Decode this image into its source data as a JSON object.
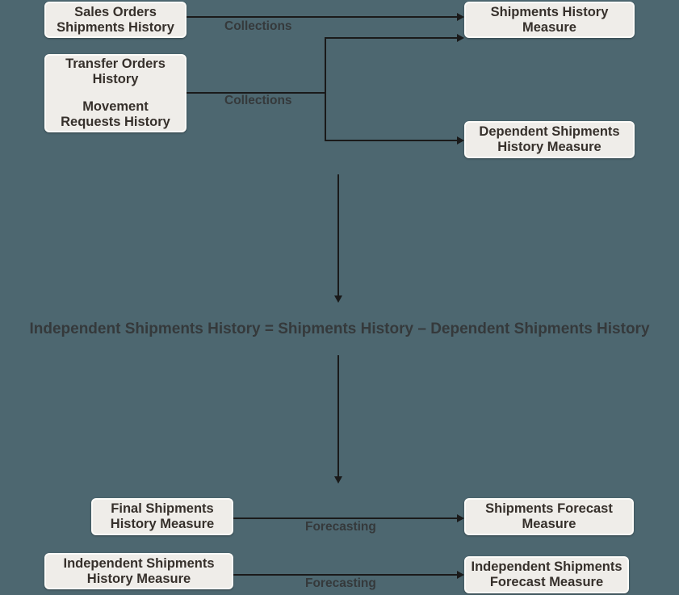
{
  "colors": {
    "bg": "#4d6770",
    "box-fill": "#efede9",
    "box-border": "#fcfbf8",
    "box-text": "#36302b",
    "line": "#1a1a1a",
    "label-text": "#35393b"
  },
  "nodes": {
    "sales_orders": {
      "line1": "Sales Orders",
      "line2": "Shipments History"
    },
    "transfer_movement": {
      "line1": "Transfer Orders",
      "line2": "History",
      "line3": "Movement",
      "line4": "Requests History"
    },
    "shipments_history_measure": {
      "line1": "Shipments History",
      "line2": "Measure"
    },
    "dependent_shipments_history_measure": {
      "line1": "Dependent Shipments",
      "line2": "History Measure"
    },
    "final_shipments_history_measure": {
      "line1": "Final Shipments",
      "line2": "History Measure"
    },
    "independent_shipments_history_measure": {
      "line1": "Independent Shipments",
      "line2": "History Measure"
    },
    "shipments_forecast_measure": {
      "line1": "Shipments Forecast",
      "line2": "Measure"
    },
    "independent_shipments_forecast_measure": {
      "line1": "Independent Shipments",
      "line2": "Forecast Measure"
    }
  },
  "edge_labels": {
    "collections_top": "Collections",
    "collections_bottom": "Collections",
    "forecasting_top": "Forecasting",
    "forecasting_bottom": "Forecasting"
  },
  "formula": "Independent Shipments History = Shipments History – Dependent Shipments History"
}
